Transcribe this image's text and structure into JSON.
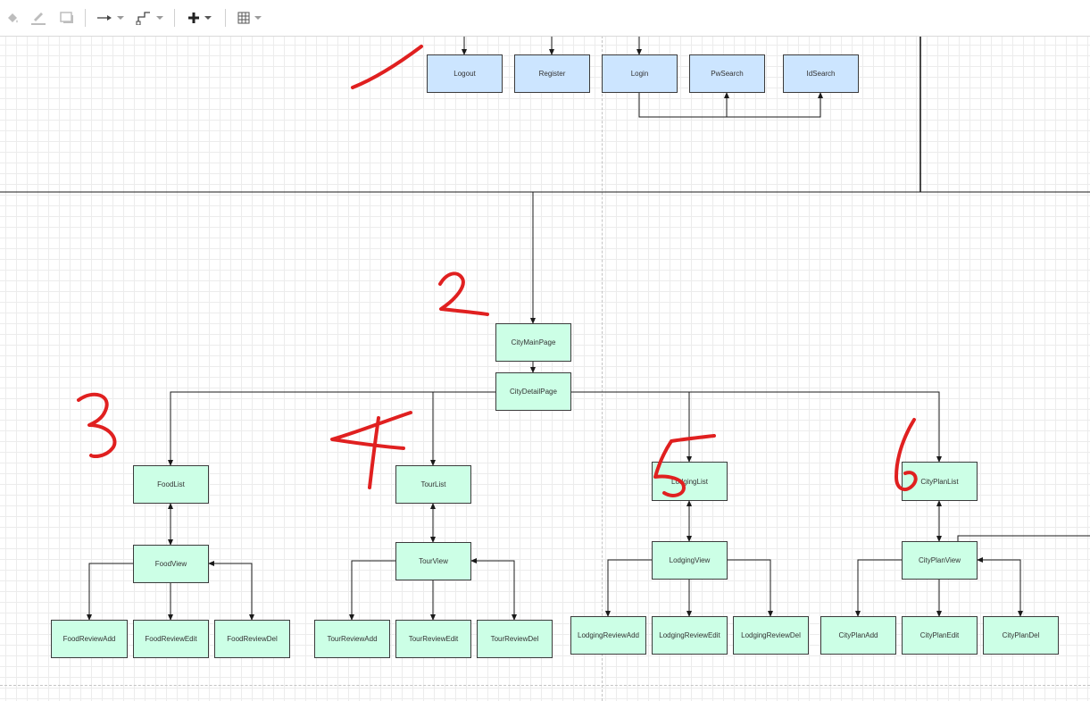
{
  "toolbar": {
    "items": [
      {
        "name": "fill-color-icon"
      },
      {
        "name": "line-color-icon"
      },
      {
        "name": "shadow-icon"
      },
      {
        "name": "connection-arrow-icon"
      },
      {
        "name": "waypoint-style-icon"
      },
      {
        "name": "insert-plus-icon"
      },
      {
        "name": "table-grid-icon"
      }
    ]
  },
  "colors": {
    "blue_node": "#cce5ff",
    "green_node": "#ccffe6",
    "annotation_ink": "#e02020"
  },
  "diagram": {
    "auth_nodes": {
      "logout": "Logout",
      "register": "Register",
      "login": "Login",
      "pw_search": "PwSearch",
      "id_search": "IdSearch"
    },
    "city": {
      "main": "CityMainPage",
      "detail": "CityDetailPage"
    },
    "food": {
      "list": "FoodList",
      "view": "FoodView",
      "add": "FoodReviewAdd",
      "edit": "FoodReviewEdit",
      "del": "FoodReviewDel"
    },
    "tour": {
      "list": "TourList",
      "view": "TourView",
      "add": "TourReviewAdd",
      "edit": "TourReviewEdit",
      "del": "TourReviewDel"
    },
    "lodging": {
      "list": "LodgingList",
      "view": "LodgingView",
      "add": "LodgingReviewAdd",
      "edit": "LodgingReviewEdit",
      "del": "LodgingReviewDel"
    },
    "plan": {
      "list": "CityPlanList",
      "view": "CityPlanView",
      "add": "CityPlanAdd",
      "edit": "CityPlanEdit",
      "del": "CityPlanDel"
    }
  },
  "annotations": [
    "1",
    "2",
    "3",
    "4",
    "5",
    "6"
  ]
}
